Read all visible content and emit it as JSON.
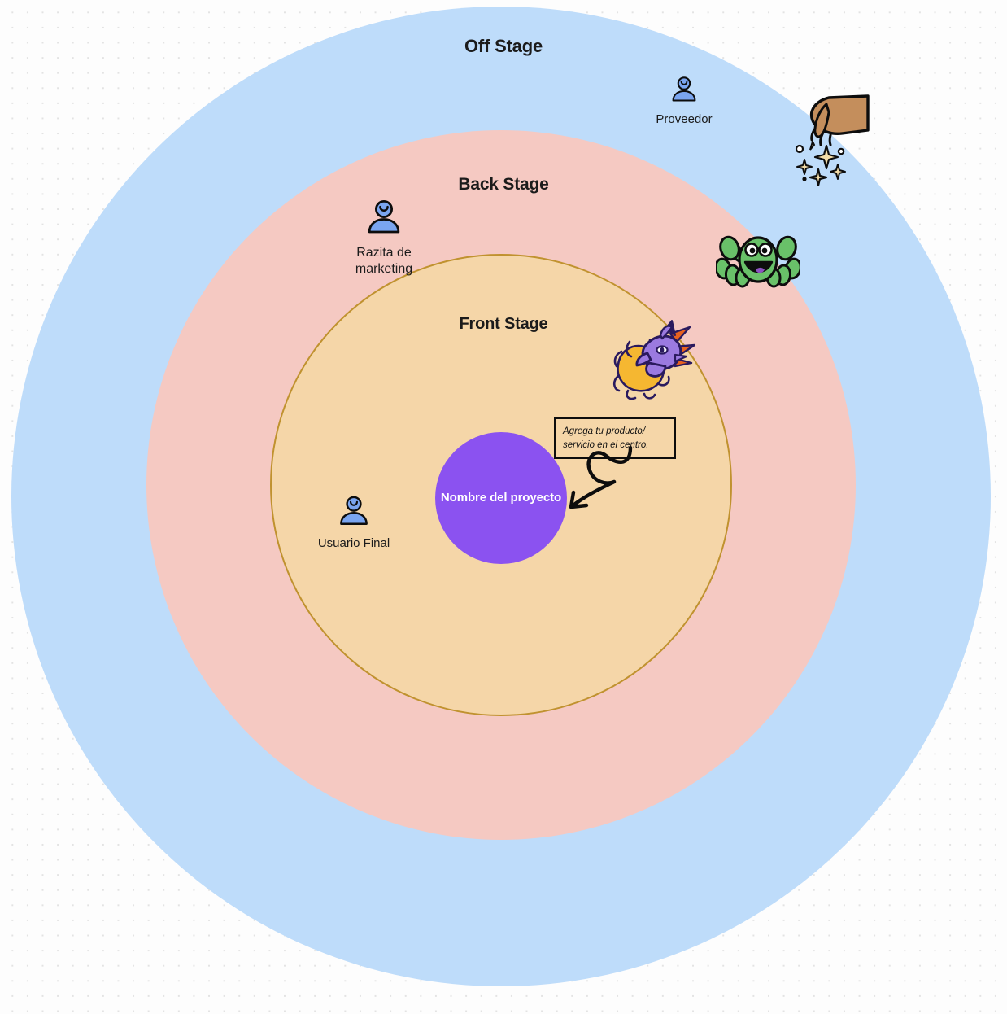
{
  "diagram": {
    "type": "concentric-stakeholder-map",
    "background": {
      "color": "#fdfdfd",
      "dot_color": "#e3e3e3",
      "pattern": "dotted-grid"
    },
    "rings": [
      {
        "id": "off-stage",
        "label": "Off Stage",
        "fill": "#bedcfa",
        "border": "none",
        "order": 1
      },
      {
        "id": "back-stage",
        "label": "Back Stage",
        "fill": "#f5c9c2",
        "border": "none",
        "order": 2
      },
      {
        "id": "front-stage",
        "label": "Front Stage",
        "fill": "#f5d6a8",
        "border": "#c0922f",
        "order": 3
      }
    ],
    "core": {
      "label": "Nombre del\nproyecto",
      "fill": "#8b52f0",
      "text_color": "#ffffff"
    },
    "personas": [
      {
        "id": "proveedor",
        "label": "Proveedor",
        "ring": "off-stage",
        "icon": "person-icon",
        "icon_fill": "#7aa5f0"
      },
      {
        "id": "razita-de-marketing",
        "label": "Razita de\nmarketing",
        "ring": "back-stage",
        "icon": "person-icon",
        "icon_fill": "#7aa5f0"
      },
      {
        "id": "usuario-final",
        "label": "Usuario Final",
        "ring": "front-stage",
        "icon": "person-icon",
        "icon_fill": "#7aa5f0"
      }
    ],
    "note": {
      "text": "Agrega tu producto/\nservicio en el centro.",
      "fill": "#f5d6a8",
      "border": "#0d0d0d",
      "points_to": "core"
    },
    "stickers": [
      {
        "id": "sprinkling-hand",
        "icon": "hand-sparkle-icon",
        "ring": "off-stage",
        "colors": {
          "skin": "#c48e5c",
          "sparkle": "#f2dca8",
          "outline": "#0d0d0d"
        }
      },
      {
        "id": "green-creature",
        "icon": "green-monster-icon",
        "ring": "back-stage",
        "colors": {
          "body": "#69c169",
          "tongue": "#8b52c0",
          "outline": "#0d0d0d"
        }
      },
      {
        "id": "fire-dragon",
        "icon": "dragon-fire-icon",
        "ring": "front-stage",
        "colors": {
          "body": "#9b7ae0",
          "fire": "#f5b731",
          "spikes": "#e8621f",
          "outline": "#2a1a5e"
        }
      },
      {
        "id": "curly-arrow",
        "icon": "curly-arrow-icon",
        "ring": "front-stage",
        "colors": {
          "stroke": "#0d0d0d"
        }
      }
    ]
  }
}
